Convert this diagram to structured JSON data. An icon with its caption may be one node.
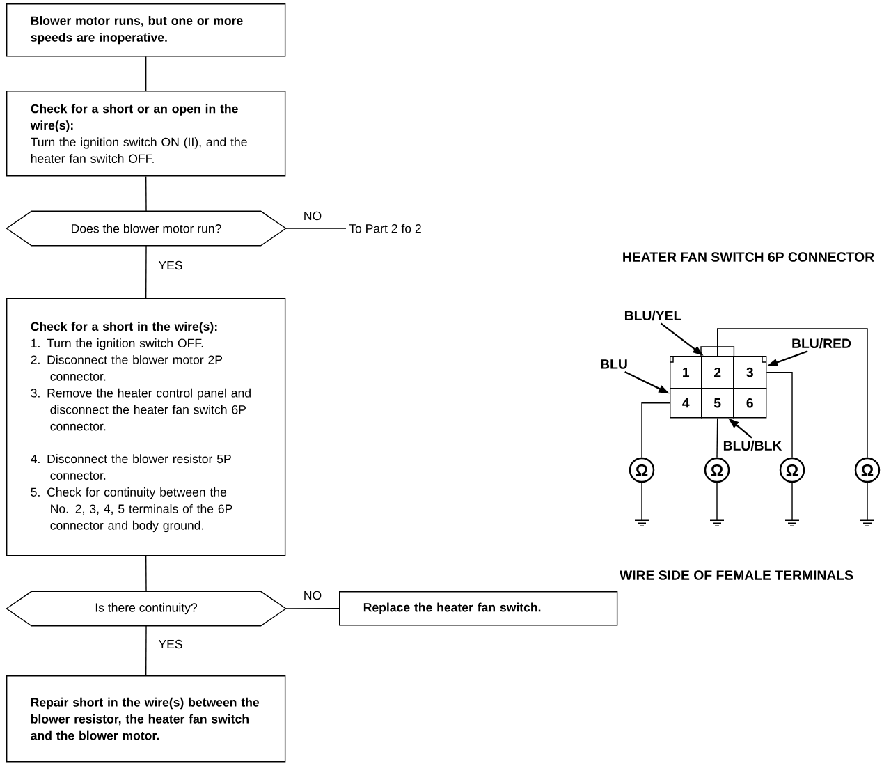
{
  "diagram": {
    "nodes": [
      {
        "text": [
          "Blower motor runs, but one or more speeds are inoperative."
        ]
      },
      {
        "text": [
          "Check for a short or an open in the wire(s):",
          "Turn the ignition switch ON (II), and the heater fan switch OFF."
        ]
      },
      {
        "text": [
          "Does the blower motor run?"
        ]
      },
      {
        "text": [
          "To Part 2 fo 2"
        ]
      },
      {
        "text": [
          "Check for a short in the wire(s):",
          "1. Turn the ignition switch OFF.",
          "2. Disconnect the blower motor 2P connector.",
          "3. Remove the heater control panel and disconnect the heater fan switch 6P connector.",
          "4. Disconnect the blower resistor 5P connector.",
          "5. Check for continuity between the No. 2, 3, 4, 5 terminals of the 6P connector and body ground."
        ]
      },
      {
        "text": [
          "Is there continuity?"
        ]
      },
      {
        "text": [
          "Replace the heater fan switch."
        ]
      },
      {
        "text": [
          "Repair short in the wire(s) between the blower resistor, the heater fan switch and the blower motor."
        ]
      },
      {
        "text": [
          "1"
        ]
      },
      {
        "text": [
          "2"
        ]
      },
      {
        "text": [
          "3"
        ]
      },
      {
        "text": [
          "4"
        ]
      },
      {
        "text": [
          "5"
        ]
      },
      {
        "text": [
          "6"
        ]
      },
      {
        "text": [
          "BLU"
        ]
      },
      {
        "text": [
          "BLU/YEL"
        ]
      },
      {
        "text": [
          "BLU/RED"
        ]
      },
      {
        "text": [
          "BLU/BLK"
        ]
      },
      {
        "text": [
          "Ω"
        ]
      },
      {
        "text": [
          "Ω"
        ]
      },
      {
        "text": [
          "Ω"
        ]
      },
      {
        "text": [
          "Ω"
        ]
      }
    ],
    "edges": [
      {
        "from": 0,
        "to": 1,
        "arrow": "none"
      },
      {
        "from": 1,
        "to": 2,
        "arrow": "none"
      },
      {
        "from": 2,
        "to": 3,
        "arrow": "none",
        "label": "NO"
      },
      {
        "from": 2,
        "to": 4,
        "arrow": "none",
        "label": "YES"
      },
      {
        "from": 4,
        "to": 5,
        "arrow": "none"
      },
      {
        "from": 5,
        "to": 6,
        "arrow": "none",
        "label": "NO"
      },
      {
        "from": 5,
        "to": 7,
        "arrow": "none",
        "label": "YES"
      },
      {
        "from": 14,
        "to": 11,
        "arrow": "to"
      },
      {
        "from": 15,
        "to": 9,
        "arrow": "to"
      },
      {
        "from": 16,
        "to": 10,
        "arrow": "to"
      },
      {
        "from": 17,
        "to": 12,
        "arrow": "to"
      },
      {
        "from": 11,
        "to": 18,
        "arrow": "none"
      },
      {
        "from": 12,
        "to": 19,
        "arrow": "none"
      },
      {
        "from": 10,
        "to": 20,
        "arrow": "none"
      },
      {
        "from": 9,
        "to": 21,
        "arrow": "none"
      }
    ],
    "labels": [
      "HEATER FAN SWITCH 6P CONNECTOR",
      "WIRE SIDE OF FEMALE TERMINALS"
    ]
  }
}
